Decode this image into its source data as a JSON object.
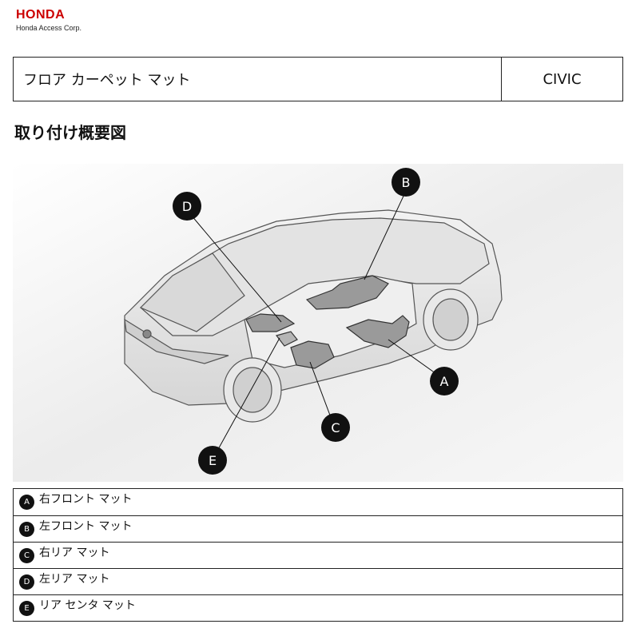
{
  "brand": {
    "logo_text": "HONDA",
    "subtitle": "Honda Access Corp."
  },
  "title_block": {
    "product_name": "フロア カーペット マット",
    "model": "CIVIC"
  },
  "section_heading": "取り付け概要図",
  "diagram": {
    "callouts": [
      {
        "letter": "A"
      },
      {
        "letter": "B"
      },
      {
        "letter": "C"
      },
      {
        "letter": "D"
      },
      {
        "letter": "E"
      }
    ]
  },
  "legend": [
    {
      "letter": "A",
      "label": "右フロント マット"
    },
    {
      "letter": "B",
      "label": "左フロント マット"
    },
    {
      "letter": "C",
      "label": "右リア マット"
    },
    {
      "letter": "D",
      "label": "左リア マット"
    },
    {
      "letter": "E",
      "label": "リア センタ マット"
    }
  ]
}
